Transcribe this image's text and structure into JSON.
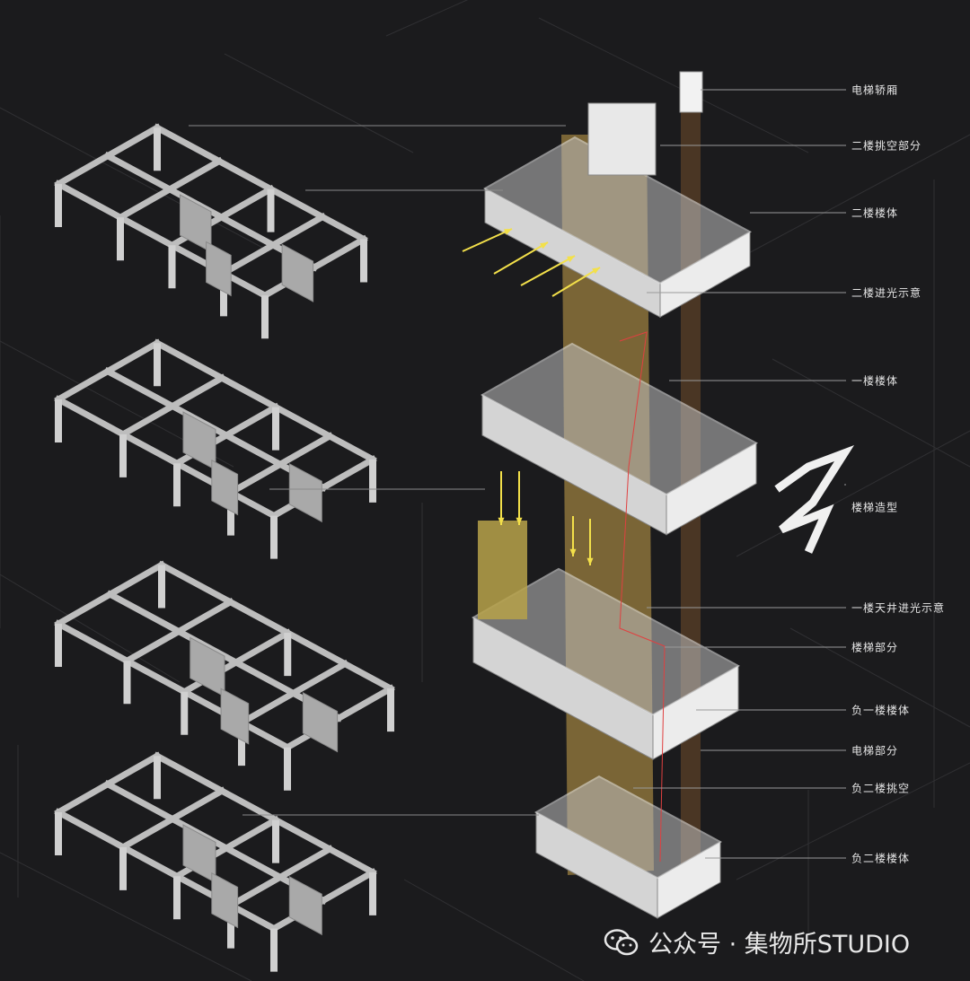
{
  "labels": [
    {
      "id": "elevator-car",
      "text": "电梯轿厢"
    },
    {
      "id": "second-floor-void",
      "text": "二楼挑空部分"
    },
    {
      "id": "second-floor-body",
      "text": "二楼楼体"
    },
    {
      "id": "second-floor-daylight",
      "text": "二楼进光示意"
    },
    {
      "id": "first-floor-body",
      "text": "一楼楼体"
    },
    {
      "id": "stair-form",
      "text": "楼梯造型"
    },
    {
      "id": "first-floor-courtyard-daylight",
      "text": "一楼天井进光示意"
    },
    {
      "id": "stair-part",
      "text": "楼梯部分"
    },
    {
      "id": "basement1-body",
      "text": "负一楼楼体"
    },
    {
      "id": "elevator-part",
      "text": "电梯部分"
    },
    {
      "id": "basement2-void",
      "text": "负二楼挑空"
    },
    {
      "id": "basement2-body",
      "text": "负二楼楼体"
    }
  ],
  "watermark": {
    "text": "公众号 · 集物所STUDIO",
    "icon": "wechat-icon"
  },
  "colors": {
    "background": "#1b1b1d",
    "light_shaft": "#c9a24a",
    "arrow": "#f3e04a",
    "slab": "#e2e2e2",
    "frame": "#bdbdbd",
    "elevator_shaft": "#6b4a2a",
    "stair_line": "#e04040"
  }
}
